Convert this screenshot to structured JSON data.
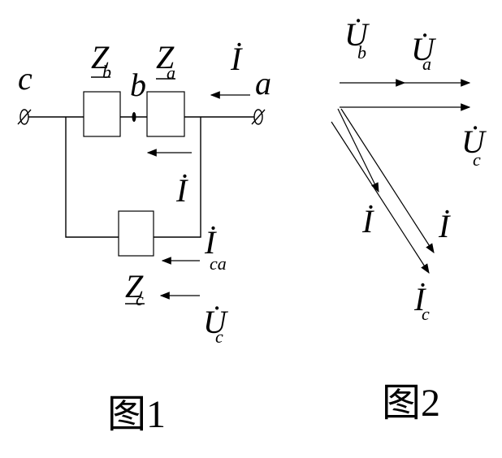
{
  "figure1": {
    "caption": "图1",
    "nodes": {
      "c": "c",
      "b": "b",
      "a": "a"
    },
    "impedances": {
      "zb": "Z",
      "zb_sub": "b",
      "za": "Z",
      "za_sub": "a",
      "zc": "Z",
      "zc_sub": "c"
    },
    "currents": {
      "i_main": "İ",
      "i_inner": "İ",
      "i_c": "İ",
      "i_c_sub": "ca"
    },
    "voltages": {
      "u_c": "U̇",
      "u_c_sub": "c"
    }
  },
  "figure2": {
    "caption": "图2",
    "phasors": {
      "u_b": "U̇",
      "u_b_sub": "b",
      "u_a": "U̇",
      "u_a_sub": "a",
      "u_c": "U̇",
      "u_c_sub": "c",
      "i_1": "İ",
      "i_2": "İ",
      "i_c": "İ",
      "i_c_sub": "c"
    }
  }
}
